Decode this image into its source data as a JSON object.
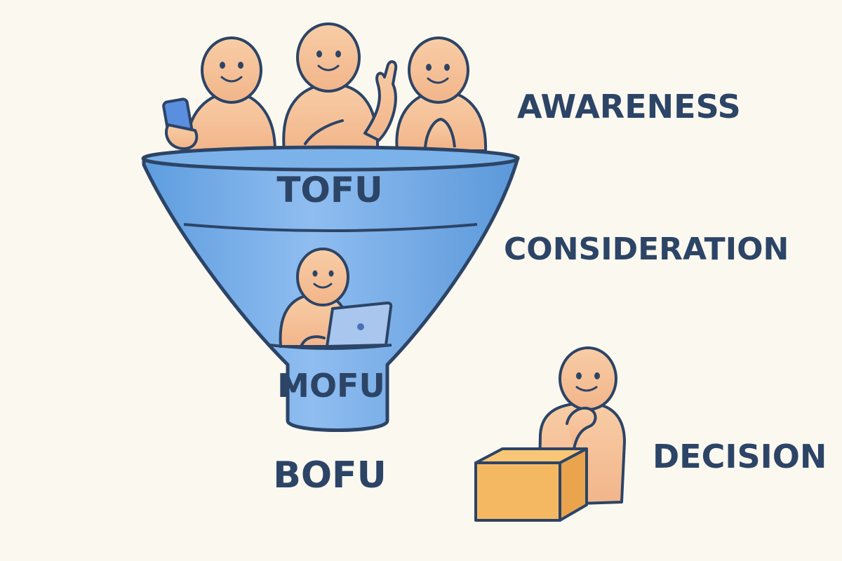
{
  "funnel": {
    "tofu_label": "TOFU",
    "mofu_label": "MOFU",
    "bofu_label": "BOFU"
  },
  "stages": {
    "awareness": "AWARENESS",
    "consideration": "CONSIDERATION",
    "decision": "DECISION"
  },
  "icons": [
    "person-icon",
    "phone-icon",
    "laptop-icon",
    "box-icon",
    "funnel-icon"
  ],
  "colors": {
    "background": "#fbf8ef",
    "funnel_fill": "#6aa6e4",
    "funnel_light": "#9cc6f1",
    "outline": "#2c4466",
    "skin": "#f6c39a",
    "box": "#f5b862",
    "text": "#2c4466"
  }
}
